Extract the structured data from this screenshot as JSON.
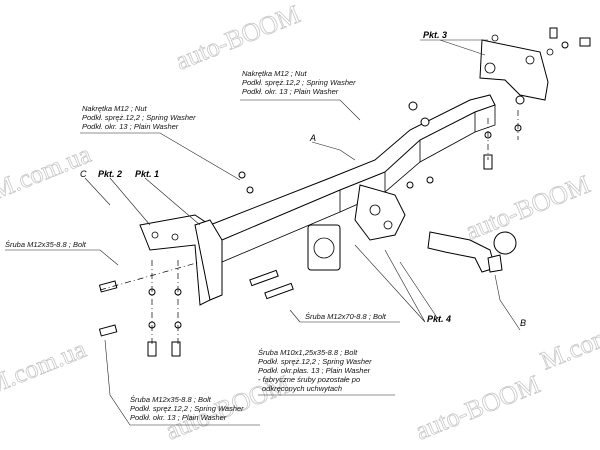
{
  "watermark": {
    "brand": "auto-BOOM",
    "domain": "M.com.ua"
  },
  "labels": {
    "pkt1": "Pkt. 1",
    "pkt2": "Pkt. 2",
    "pkt3": "Pkt. 3",
    "pkt4": "Pkt. 4",
    "a": "A",
    "b": "B",
    "c": "C"
  },
  "callouts": {
    "nut_top": [
      "Nakrętka M12 ; Nut",
      "Podkł. spręż.12,2 ; Spring Washer",
      "Podkł. okr. 13 ; Plain Washer"
    ],
    "nut_left": [
      "Nakrętka M12 ; Nut",
      "Podkł. spręż.12,2 ; Spring Washer",
      "Podkł. okr. 13 ; Plain Washer"
    ],
    "bolt_left": "Śruba M12x35-8.8 ; Bolt",
    "bolt_m12x70": "Śruba M12x70-8.8 ; Bolt",
    "bolt_m10": [
      "Śruba M10x1,25x35-8.8 ; Bolt",
      "Podkł. spręż.12,2 ; Spring Washer",
      "Podkł. okr.płas. 13 ; Plain Washer",
      "- fabryczne śruby pozostałe po",
      "odkręconych uchwytach"
    ],
    "bolt_bottom": [
      "Śruba M12x35-8.8 ; Bolt",
      "Podkł. spręż.12,2 ; Spring Washer",
      "Podkł. okr. 13 ; Plain Washer"
    ]
  }
}
